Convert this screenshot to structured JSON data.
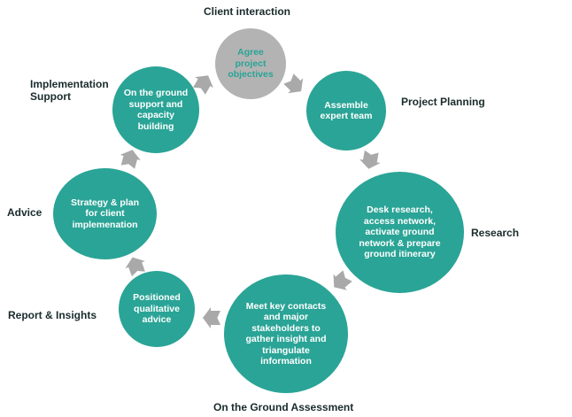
{
  "diagram": {
    "title": "Client engagement cycle",
    "colors": {
      "circle": "#2aa496",
      "circle_start": "#b3b3b3",
      "arrow": "#a9a9a9",
      "label_text": "#1a2b2b",
      "circle_text": "#ffffff"
    },
    "stages": [
      {
        "label": "Client interaction",
        "circle_text": "Agree project objectives"
      },
      {
        "label": "Project Planning",
        "circle_text": "Assemble expert team"
      },
      {
        "label": "Research",
        "circle_text": "Desk research, access network, activate ground network & prepare ground itinerary"
      },
      {
        "label": "On the Ground Assessment",
        "circle_text": "Meet key contacts and major stakeholders to gather insight and triangulate information"
      },
      {
        "label": "Report & Insights",
        "circle_text": "Positioned qualitative advice"
      },
      {
        "label": "Advice",
        "circle_text": "Strategy & plan for client implemenation"
      },
      {
        "label": "Implementation Support",
        "circle_text": "On the ground support and capacity building"
      }
    ],
    "flow": "clockwise"
  }
}
